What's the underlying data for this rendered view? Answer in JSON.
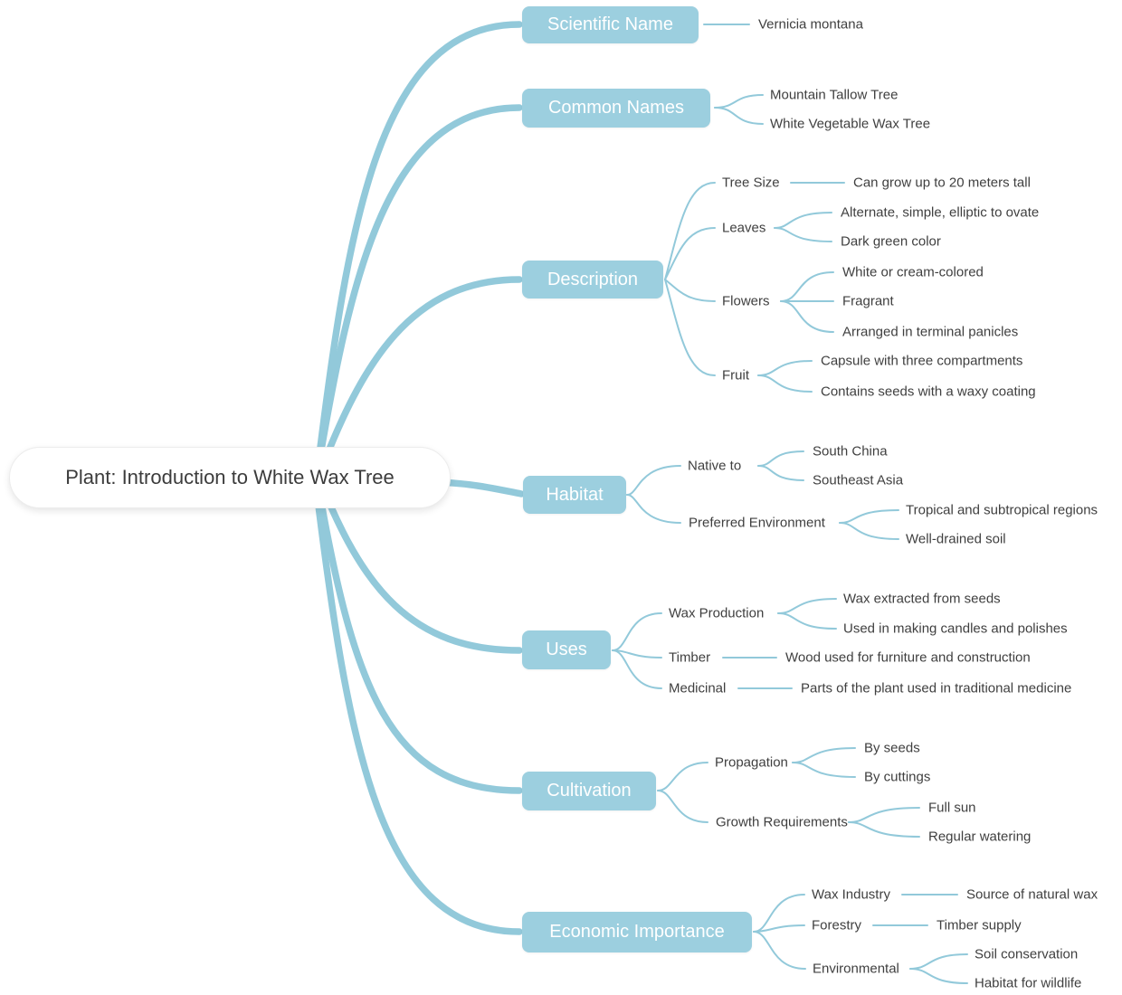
{
  "root": {
    "label": "Plant: Introduction to White Wax Tree"
  },
  "branches": [
    {
      "label": "Scientific Name",
      "leaves": [
        "Vernicia montana"
      ]
    },
    {
      "label": "Common Names",
      "leaves": [
        "Mountain Tallow Tree",
        "White Vegetable Wax Tree"
      ]
    },
    {
      "label": "Description",
      "children": [
        {
          "label": "Tree Size",
          "leaves": [
            "Can grow up to 20 meters tall"
          ]
        },
        {
          "label": "Leaves",
          "leaves": [
            "Alternate, simple, elliptic to ovate",
            "Dark green color"
          ]
        },
        {
          "label": "Flowers",
          "leaves": [
            "White or cream-colored",
            "Fragrant",
            "Arranged in terminal panicles"
          ]
        },
        {
          "label": "Fruit",
          "leaves": [
            "Capsule with three compartments",
            "Contains seeds with a waxy coating"
          ]
        }
      ]
    },
    {
      "label": "Habitat",
      "children": [
        {
          "label": "Native to",
          "leaves": [
            "South China",
            "Southeast Asia"
          ]
        },
        {
          "label": "Preferred Environment",
          "leaves": [
            "Tropical and subtropical regions",
            "Well-drained soil"
          ]
        }
      ]
    },
    {
      "label": "Uses",
      "children": [
        {
          "label": "Wax Production",
          "leaves": [
            "Wax extracted from seeds",
            "Used in making candles and polishes"
          ]
        },
        {
          "label": "Timber",
          "leaves": [
            "Wood used for furniture and construction"
          ]
        },
        {
          "label": "Medicinal",
          "leaves": [
            "Parts of the plant used in traditional medicine"
          ]
        }
      ]
    },
    {
      "label": "Cultivation",
      "children": [
        {
          "label": "Propagation",
          "leaves": [
            "By seeds",
            "By cuttings"
          ]
        },
        {
          "label": "Growth Requirements",
          "leaves": [
            "Full sun",
            "Regular watering"
          ]
        }
      ]
    },
    {
      "label": "Economic Importance",
      "children": [
        {
          "label": "Wax Industry",
          "leaves": [
            "Source of natural wax"
          ]
        },
        {
          "label": "Forestry",
          "leaves": [
            "Timber supply"
          ]
        },
        {
          "label": "Environmental",
          "leaves": [
            "Soil conservation",
            "Habitat for wildlife"
          ]
        }
      ]
    }
  ],
  "colors": {
    "node_fill": "#9CCFDF",
    "connector": "#92C9DA",
    "node_text": "#FFFFFF",
    "text": "#3F3F3F",
    "root_text": "#3C3C3C",
    "background": "#FFFFFF"
  }
}
